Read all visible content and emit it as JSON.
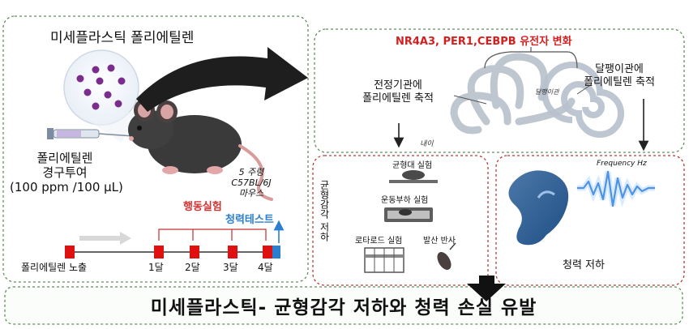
{
  "left_panel": {
    "title": "미세플라스틱 폴리에틸렌",
    "dosing_line1": "폴리에틸렌",
    "dosing_line2": "경구투여",
    "dosing_line3": "(100 ppm /100 µL)",
    "mouse_line1": "5 주령",
    "mouse_line2": "C57BL/6J",
    "mouse_line3": "마우스",
    "behavior_test": "행동실험",
    "hearing_test": "청력테스트",
    "exposure_label": "폴리에틸렌 노출",
    "months": [
      "1달",
      "2달",
      "3달",
      "4달"
    ]
  },
  "top_right_panel": {
    "gene_title": "NR4A3,  PER1,CEBPB 유전자 변화",
    "vestibule_line1": "전정기관에",
    "vestibule_line2": "폴리에틸렌 축적",
    "cochlea_line1": "달팽이관에",
    "cochlea_line2": "폴리에틸렌 축적",
    "inner_ear_label": "내이",
    "cochlea_small_label": "달팽이관"
  },
  "balance_panel": {
    "vertical_label": "균형감각 저하",
    "test1": "균형대 실험",
    "test2": "운동부하 실험",
    "test3": "로타로드 실험",
    "test4": "발산 반사"
  },
  "hearing_panel": {
    "frequency_label": "Frequency Hz",
    "result": "청력 저하"
  },
  "conclusion": "미세플라스틱- 균형감각 저하와 청력 손실 유발",
  "colors": {
    "panel_border": "#6f9a6a",
    "red_border": "#b83a3a",
    "gene_red": "#d41f1f",
    "behavior_red": "#d63232",
    "hearing_blue": "#2a7fd0",
    "particle_purple": "#7b2d8e",
    "timeline_red": "#e01010"
  },
  "icons": [
    "microplastic-particles-icon",
    "syringe-icon",
    "mouse-icon",
    "inner-ear-icon",
    "ear-icon",
    "sound-wave-icon",
    "curved-arrow-icon",
    "down-arrow-icon"
  ]
}
